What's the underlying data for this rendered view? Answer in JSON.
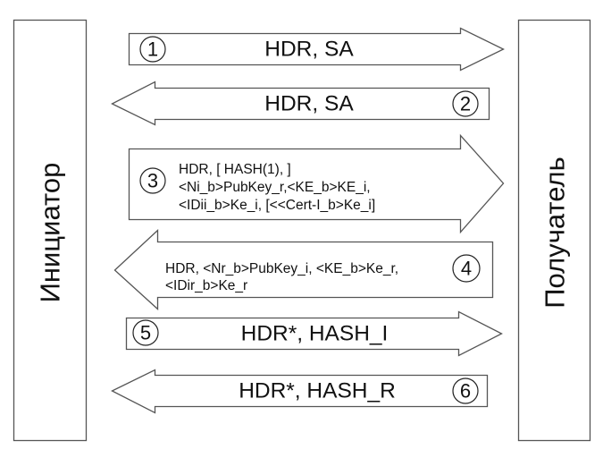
{
  "parties": {
    "initiator": "Инициатор",
    "responder": "Получатель"
  },
  "messages": [
    {
      "step": "1",
      "direction": "initiator-to-responder",
      "lines": [
        "HDR, SA"
      ]
    },
    {
      "step": "2",
      "direction": "responder-to-initiator",
      "lines": [
        "HDR, SA"
      ]
    },
    {
      "step": "3",
      "direction": "initiator-to-responder",
      "lines": [
        "HDR, [ HASH(1), ]",
        "<Ni_b>PubKey_r,<KE_b>KE_i,",
        "<IDii_b>Ke_i, [<<Cert-I_b>Ke_i]"
      ]
    },
    {
      "step": "4",
      "direction": "responder-to-initiator",
      "lines": [
        "HDR, <Nr_b>PubKey_i, <KE_b>Ke_r,",
        "<IDir_b>Ke_r"
      ]
    },
    {
      "step": "5",
      "direction": "initiator-to-responder",
      "lines": [
        "HDR*, HASH_I"
      ]
    },
    {
      "step": "6",
      "direction": "responder-to-initiator",
      "lines": [
        "HDR*, HASH_R"
      ]
    }
  ]
}
